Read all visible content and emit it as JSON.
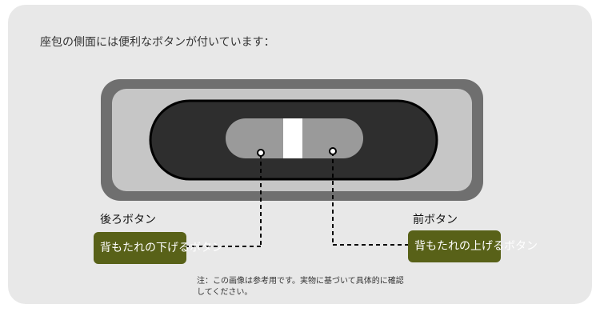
{
  "heading": "座包の側面には便利なボタンが付いています：",
  "labels": {
    "rear": "後ろボタン",
    "front": "前ボタン"
  },
  "buttons": {
    "rear": "背もたれの下げるボタン",
    "front": "背もたれの上げるボタン"
  },
  "note": "注：この画像は参考用です。実物に基づいて具体的に確認してください。",
  "colors": {
    "card": "#e8e8e8",
    "frame_outer": "#6f6f6f",
    "frame_inner": "#c6c6c6",
    "pill_dark": "#2e2e2e",
    "pill_light": "#9a9a9a",
    "button_olive": "#586118"
  }
}
